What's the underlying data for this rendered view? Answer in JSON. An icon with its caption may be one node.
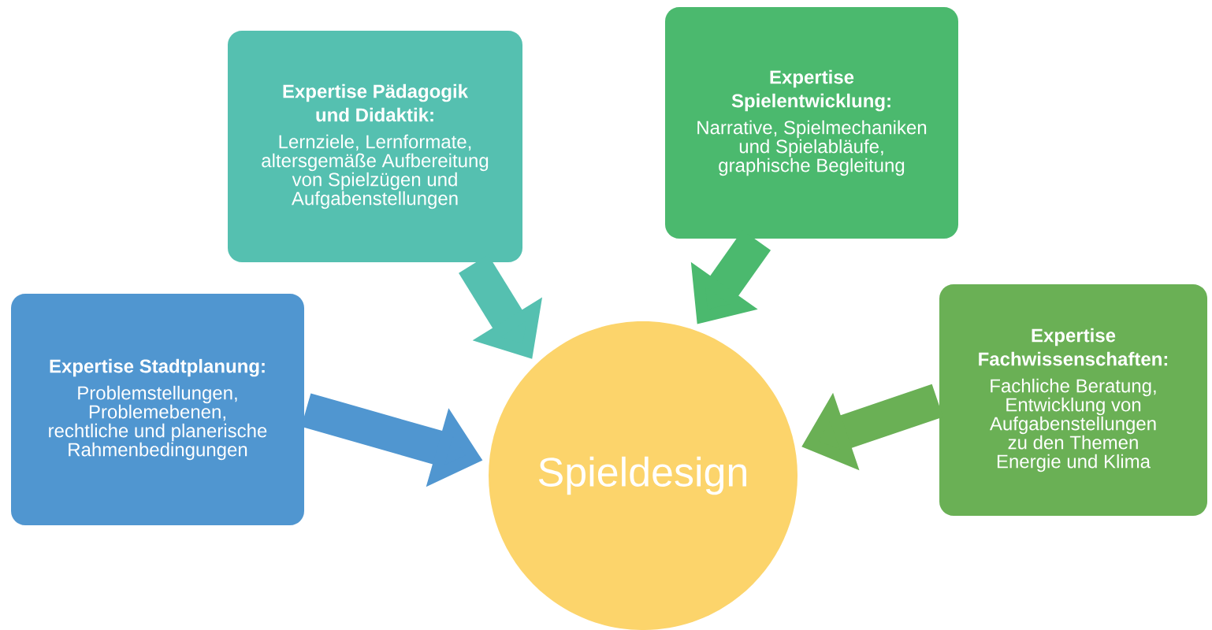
{
  "diagram": {
    "nodes": [
      {
        "text": [
          "Expertise Pädagogik und Didaktik:",
          "Lernziele, Lernformate, altersgemäße Aufbereitung von Spielzügen und Aufgabenstellungen"
        ]
      },
      {
        "text": [
          "Expertise Spielentwicklung:",
          "Narrative, Spielmechaniken und Spielabläufe, graphische Begleitung"
        ]
      },
      {
        "text": [
          "Expertise Stadtplanung:",
          "Problemstellungen, Problemebenen, rechtliche und planerische Rahmenbedingungen"
        ]
      },
      {
        "text": [
          "Expertise Fachwissenschaften:",
          "Fachliche Beratung, Entwicklung von Aufgabenstellungen zu den Themen Energie und Klima"
        ]
      },
      {
        "text": [
          "Spieldesign"
        ]
      }
    ],
    "edges": [
      {
        "from": 0,
        "to": 4,
        "arrow": "to",
        "color": "#55c0b0"
      },
      {
        "from": 1,
        "to": 4,
        "arrow": "to",
        "color": "#4bb96e"
      },
      {
        "from": 2,
        "to": 4,
        "arrow": "to",
        "color": "#5096d0"
      },
      {
        "from": 3,
        "to": 4,
        "arrow": "to",
        "color": "#6ab055"
      }
    ]
  }
}
